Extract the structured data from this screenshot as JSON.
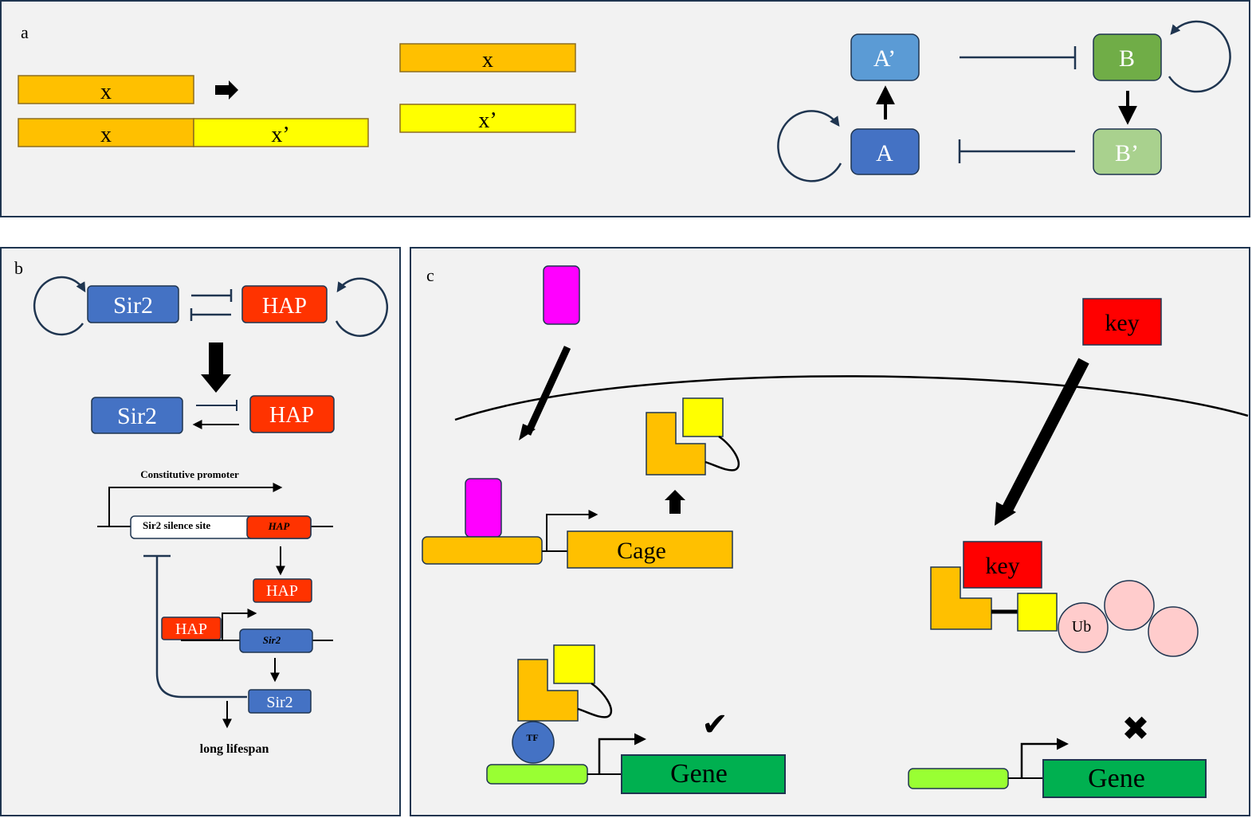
{
  "panels": {
    "a": {
      "label": "a",
      "bar_x_top": "x",
      "bar_x_bottom": "x",
      "bar_xprime": "x’",
      "result_x": "x",
      "result_xprime": "x’",
      "node_A": "A",
      "node_Aprime": "A’",
      "node_B": "B",
      "node_Bprime": "B’"
    },
    "b": {
      "label": "b",
      "sir2_top": "Sir2",
      "hap_top": "HAP",
      "sir2_mid": "Sir2",
      "hap_mid": "HAP",
      "promoter_label": "Constitutive promoter",
      "silence_site": "Sir2  silence site",
      "hap_gene": "HAP",
      "hap_protein_1": "HAP",
      "hap_protein_2": "HAP",
      "sir2_gene": "Sir2",
      "sir2_protein": "Sir2",
      "outcome": "long lifespan"
    },
    "c": {
      "label": "c",
      "cage": "Cage",
      "key_top": "key",
      "key_bound": "key",
      "ub": "Ub",
      "tf": "TF",
      "gene_on": "Gene",
      "gene_off": "Gene",
      "check_mark": "✔",
      "cross_mark": "✖"
    }
  },
  "colors": {
    "orange": "#FFC000",
    "yellow": "#FFFF00",
    "blue": "#4472C4",
    "light_blue": "#5B9BD5",
    "green": "#70AD47",
    "light_green": "#A9D18E",
    "red_orange": "#FF3300",
    "red": "#FF0000",
    "magenta": "#FF00FF",
    "gene_green": "#00B050",
    "lime": "#99FF33",
    "pink": "#FFCCCC",
    "panel_bg": "#F2F2F2",
    "border": "#1F3550"
  }
}
